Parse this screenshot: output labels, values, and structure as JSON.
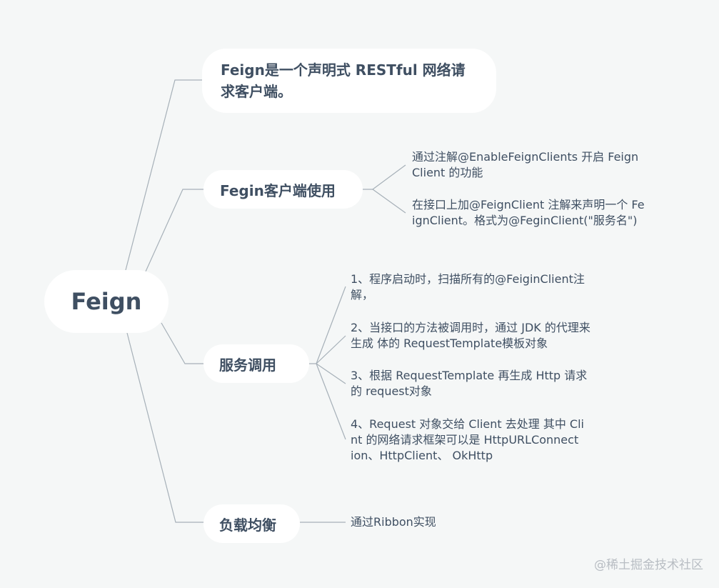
{
  "root": {
    "label": "Feign"
  },
  "branches": [
    {
      "label_lines": [
        "Feign是一个声明式 RESTful 网络请",
        "求客户端。"
      ],
      "children": []
    },
    {
      "label_lines": [
        "Fegin客户端使用"
      ],
      "children": [
        {
          "lines": [
            "通过注解@EnableFeignClients 开启 Feign",
            "Client 的功能"
          ]
        },
        {
          "lines": [
            "在接口上加@FeignClient 注解来声明一个 Fe",
            "ignClient。格式为@FeginClient(\"服务名\")"
          ]
        }
      ]
    },
    {
      "label_lines": [
        "服务调用"
      ],
      "children": [
        {
          "lines": [
            "1、程序启动时，扫描所有的@FeiginClient注",
            "解，"
          ]
        },
        {
          "lines": [
            "2、当接口的方法被调用时，通过 JDK 的代理来",
            "生成 体的 RequestTemplate模板对象"
          ]
        },
        {
          "lines": [
            "3、根据 RequestTemplate 再生成 Http 请求",
            "的 request对象"
          ]
        },
        {
          "lines": [
            "4、Request 对象交给 Client 去处理 其中 Cli",
            "nt 的网络请求框架可以是 HttpURLConnect",
            "ion、HttpClient、 OkHttp"
          ]
        }
      ]
    },
    {
      "label_lines": [
        "负载均衡"
      ],
      "children": [
        {
          "lines": [
            "通过Ribbon实现"
          ]
        }
      ]
    }
  ],
  "watermark": "@稀土掘金技术社区",
  "colors": {
    "background": "#f5f7f7",
    "node": "#ffffff",
    "text": "#3f4f62",
    "line": "#a6b0b8"
  }
}
